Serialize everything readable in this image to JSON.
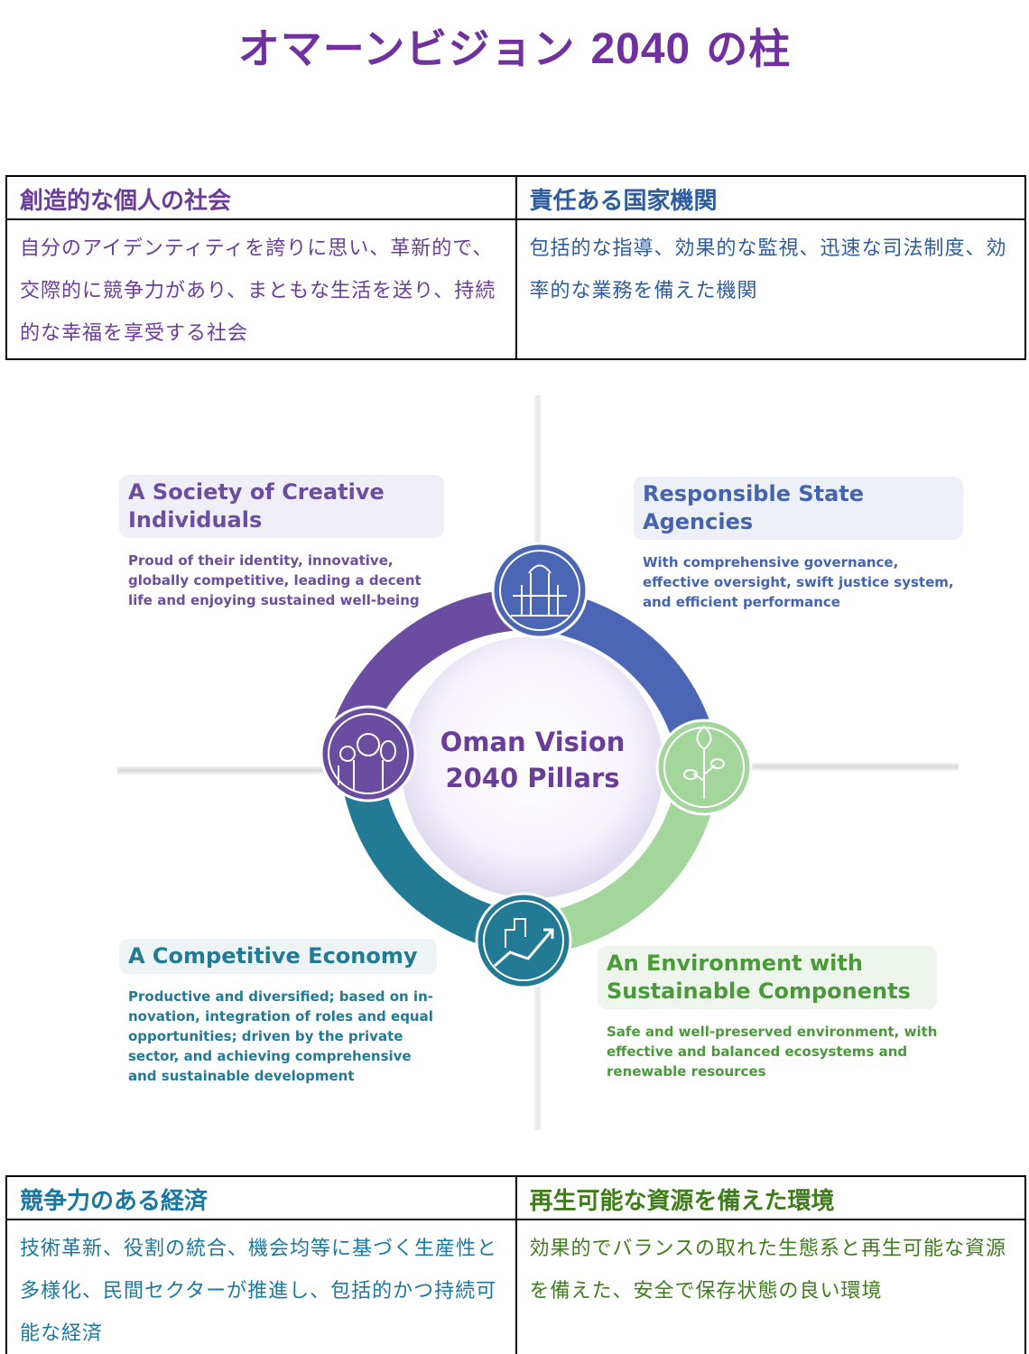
{
  "page": {
    "title_prefix": "オマーンビジョン",
    "title_number": "2040",
    "title_suffix": "の柱"
  },
  "table_top": {
    "left": {
      "heading": "創造的な個人の社会",
      "body": "自分のアイデンティティを誇りに思い、革新的で、交際的に競争力があり、まともな生活を送り、持続的な幸福を享受する社会",
      "color": "#6a3d9a"
    },
    "right": {
      "heading": "責任ある国家機関",
      "body": "包括的な指導、効果的な監視、迅速な司法制度、効率的な業務を備えた機関",
      "color": "#2e5c9e"
    }
  },
  "infographic": {
    "center_line1": "Oman Vision",
    "center_line2": "2040 Pillars",
    "pillars": [
      {
        "title": "A Society of Creative Individuals",
        "description": "Proud of their identity, innovative, globally competitive, leading a decent life and enjoying sustained well-being",
        "icon": "people-icon",
        "color": "#6a4ca0"
      },
      {
        "title": "Responsible State Agencies",
        "description": "With comprehensive governance, effective oversight, swift justice system, and efficient performance",
        "icon": "government-building-icon",
        "color": "#4a66b4"
      },
      {
        "title": "A Competitive Economy",
        "description": "Productive and diversified; based on in-novation, integration of roles and equal opportunities; driven by the private sector, and achieving comprehensive and sustainable development",
        "icon": "growth-chart-icon",
        "color": "#227a94"
      },
      {
        "title": "An Environment with Sustainable Components",
        "description": "Safe and well-preserved environment, with effective and balanced ecosystems and renewable resources",
        "icon": "plant-sprout-icon",
        "color": "#a3d69b"
      }
    ]
  },
  "table_bottom": {
    "left": {
      "heading": "競争力のある経済",
      "body": "技術革新、役割の統合、機会均等に基づく生産性と多様化、民間セクターが推進し、包括的かつ持続可能な経済",
      "color": "#1a78a0"
    },
    "right": {
      "heading": "再生可能な資源を備えた環境",
      "body": "効果的でバランスの取れた生態系と再生可能な資源を備えた、安全で保存状態の良い環境",
      "color": "#3f7d1c"
    }
  }
}
